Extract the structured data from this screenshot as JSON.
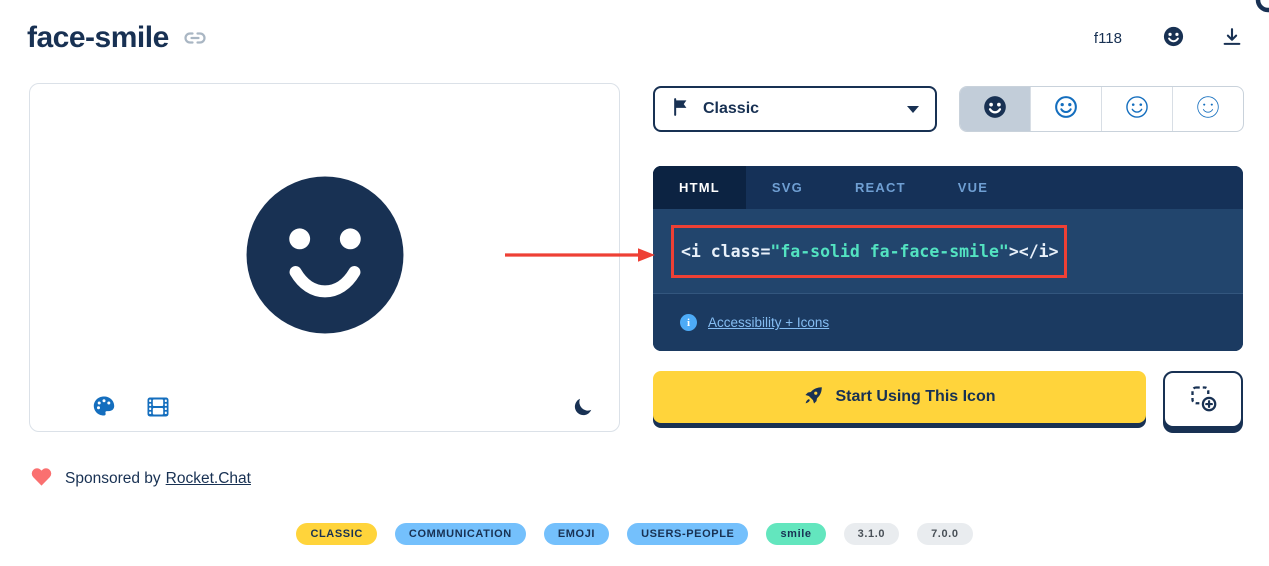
{
  "header": {
    "title": "face-smile",
    "unicode": "f118"
  },
  "family_selector": {
    "selected_label": "Classic"
  },
  "style_tabs": [
    {
      "name": "solid",
      "selected": true
    },
    {
      "name": "regular",
      "selected": false
    },
    {
      "name": "light",
      "selected": false
    },
    {
      "name": "thin",
      "selected": false
    }
  ],
  "code_panel": {
    "tabs": [
      {
        "label": "HTML",
        "active": true
      },
      {
        "label": "SVG",
        "active": false
      },
      {
        "label": "REACT",
        "active": false
      },
      {
        "label": "VUE",
        "active": false
      }
    ],
    "code": {
      "tag_open": "<i class=",
      "class_string": "\"fa-solid fa-face-smile\"",
      "tag_close": "></i>"
    },
    "accessibility_link_label": "Accessibility + Icons"
  },
  "actions": {
    "start_button_label": "Start Using This Icon"
  },
  "sponsor": {
    "prefix": "Sponsored by",
    "link_label": "Rocket.Chat"
  },
  "badges": [
    {
      "label": "CLASSIC",
      "bg": "#ffd43b",
      "fg": "#183153"
    },
    {
      "label": "COMMUNICATION",
      "bg": "#74c0fc",
      "fg": "#183153"
    },
    {
      "label": "EMOJI",
      "bg": "#74c0fc",
      "fg": "#183153"
    },
    {
      "label": "USERS-PEOPLE",
      "bg": "#74c0fc",
      "fg": "#183153"
    },
    {
      "label": "smile",
      "bg": "#63e6be",
      "fg": "#183153"
    },
    {
      "label": "3.1.0",
      "bg": "#e9ecef",
      "fg": "#495057"
    },
    {
      "label": "7.0.0",
      "bg": "#e9ecef",
      "fg": "#495057"
    }
  ],
  "colors": {
    "navy": "#183153",
    "blue": "#146ebe",
    "yellow": "#ffd43b",
    "code_string_teal": "#53e3c1",
    "annotation_red": "#ee4035",
    "accessibility_link_blue": "#85bdf2"
  }
}
